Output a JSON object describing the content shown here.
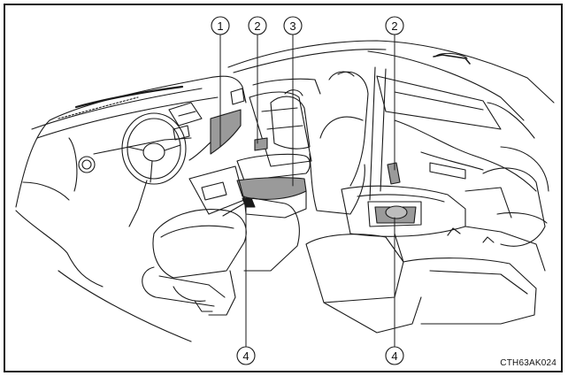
{
  "callouts": {
    "c1": "1",
    "c2a": "2",
    "c3": "3",
    "c2b": "2",
    "c4a": "4",
    "c4b": "4"
  },
  "image_code": "CTH63AK024",
  "colors": {
    "line": "#1a1a1a",
    "highlight": "#9a9a9a",
    "frame": "#1a1a1a"
  }
}
